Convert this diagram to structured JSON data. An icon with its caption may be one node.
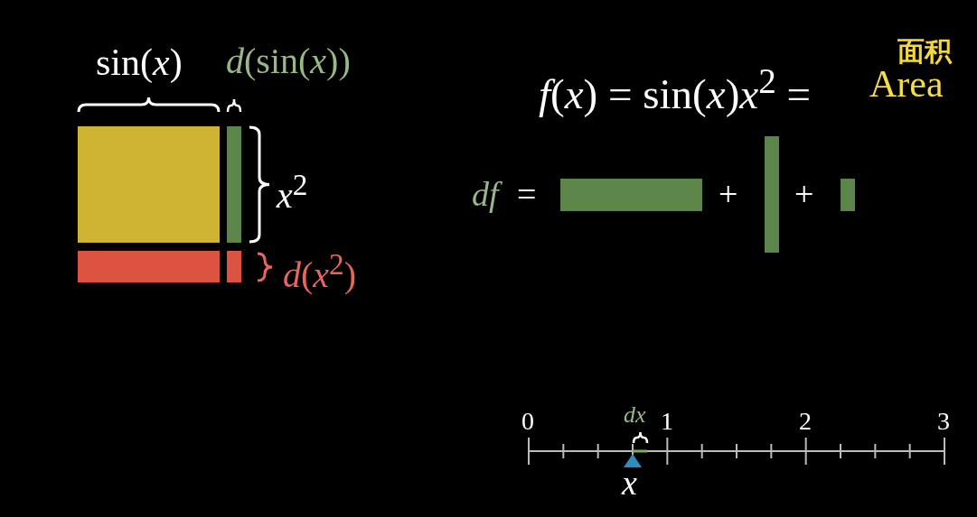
{
  "diagram": {
    "labels": [
      "sin(*x*)",
      "*d*(sin(*x*))",
      "面积",
      "*f*(*x*) = sin(*x*)*x*$^{2}$ =",
      "Area",
      "*x*$^{2}$",
      "df",
      "=",
      "+",
      "+",
      "*d*(*x*$^{2}$)",
      "0",
      "dx",
      "1",
      "2",
      "3",
      "x"
    ]
  }
}
